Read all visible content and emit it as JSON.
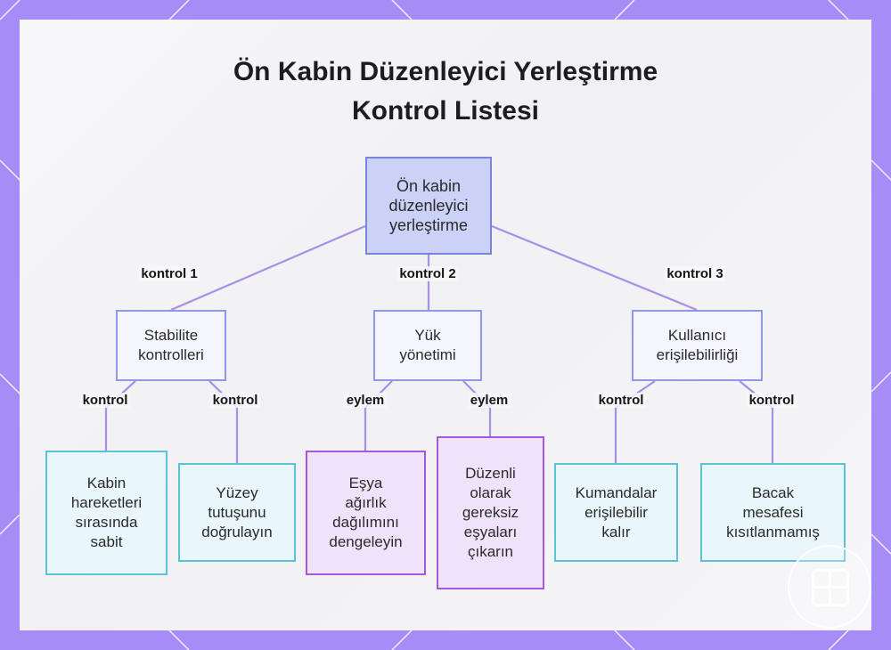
{
  "title": {
    "line1": "Ön Kabin Düzenleyici Yerleştirme",
    "line2": "Kontrol Listesi"
  },
  "nodes": {
    "root": "Ön kabin\ndüzenleyici\nyerleştirme",
    "stability": "Stabilite\nkontrolleri",
    "load": "Yük\nyönetimi",
    "access": "Kullanıcı\nerişilebilirliği",
    "cabin_fixed": "Kabin\nhareketleri\nsırasında\nsabit",
    "surface_grip": "Yüzey\ntutuşunu\ndoğrulayın",
    "balance_weight": "Eşya\nağırlık\ndağılımını\ndengeleyin",
    "remove_items": "Düzenli\nolarak\ngereksiz\neşyaları\nçıkarın",
    "controls_access": "Kumandalar\nerişilebilir\nkalır",
    "legroom": "Bacak\nmesafesi\nkısıtlanmamış"
  },
  "edge_labels": {
    "root_stability": "kontrol 1",
    "root_load": "kontrol 2",
    "root_access": "kontrol 3",
    "stability_cabin": "kontrol",
    "stability_surface": "kontrol",
    "load_balance": "eylem",
    "load_remove": "eylem",
    "access_controls": "kontrol",
    "access_legroom": "kontrol"
  },
  "colors": {
    "edge": "#a98ee6",
    "frame": "#a58cf6",
    "root_fill": "#ccd1f7",
    "mid_border": "#8f98e4",
    "cyan_border": "#5cc3d6",
    "purple_border": "#a35ad6"
  },
  "icons": {
    "logo": "grid-logo-icon"
  }
}
